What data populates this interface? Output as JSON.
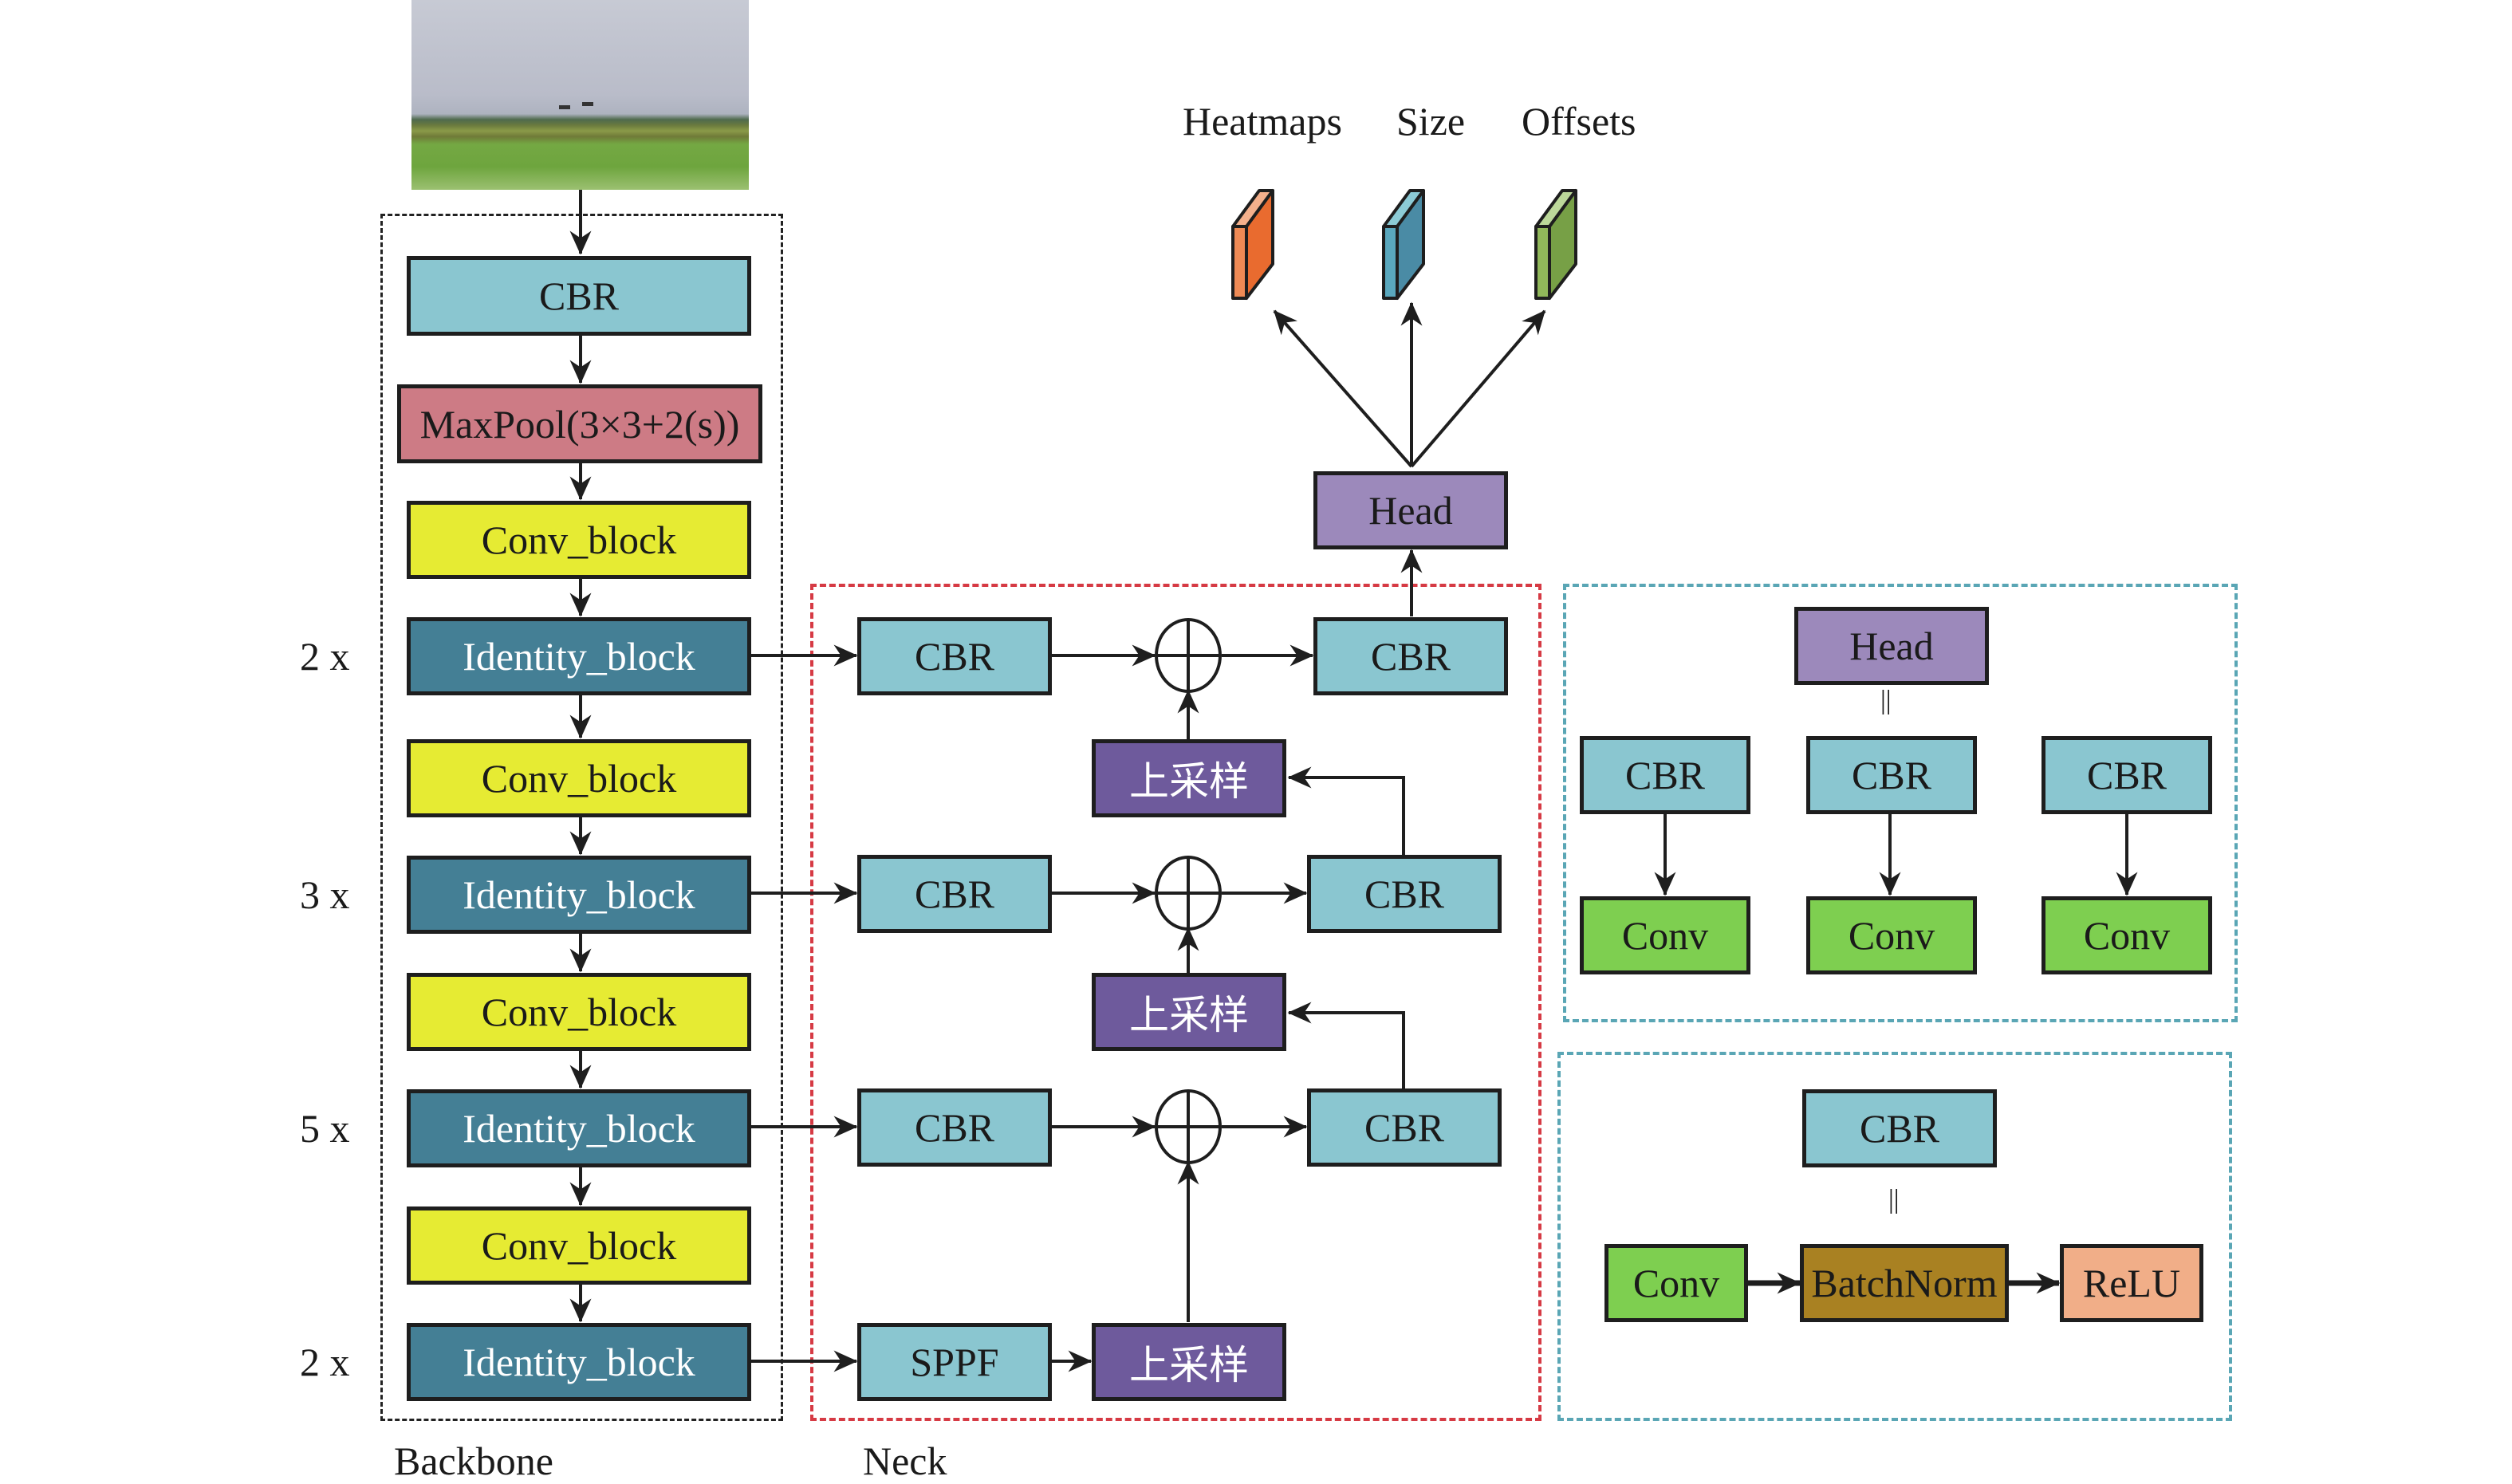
{
  "input_image": {
    "description": "aerial photo of drones over green field"
  },
  "backbone": {
    "title": "Backbone",
    "blocks": [
      {
        "label": "CBR"
      },
      {
        "label": "MaxPool(3×3+2(s))"
      },
      {
        "label": "Conv_block"
      },
      {
        "label": "Identity_block",
        "repeat": "2 x"
      },
      {
        "label": "Conv_block"
      },
      {
        "label": "Identity_block",
        "repeat": "3 x"
      },
      {
        "label": "Conv_block"
      },
      {
        "label": "Identity_block",
        "repeat": "5 x"
      },
      {
        "label": "Conv_block"
      },
      {
        "label": "Identity_block",
        "repeat": "2 x"
      }
    ]
  },
  "neck": {
    "title": "Neck",
    "left_blocks": [
      "CBR",
      "CBR",
      "CBR",
      "SPPF"
    ],
    "right_blocks": [
      "CBR",
      "CBR",
      "CBR"
    ],
    "upsample_label": "上采样",
    "upsample_blocks": [
      "上采样",
      "上采样",
      "上采样"
    ]
  },
  "head": {
    "label": "Head",
    "outputs": [
      "Heatmaps",
      "Size",
      "Offsets"
    ],
    "output_colors": [
      "#e96b2f",
      "#4a8ba5",
      "#77a046"
    ]
  },
  "head_detail": {
    "head_label": "Head",
    "equals": "||",
    "cbr_labels": [
      "CBR",
      "CBR",
      "CBR"
    ],
    "conv_labels": [
      "Conv",
      "Conv",
      "Conv"
    ]
  },
  "cbr_detail": {
    "cbr_label": "CBR",
    "equals": "||",
    "chain": [
      "Conv",
      "BatchNorm",
      "ReLU"
    ]
  },
  "colors": {
    "cbr": "#8ac6d0",
    "maxpool": "#cd7b85",
    "conv_block": "#e6eb33",
    "identity_block": "#447f95",
    "upsample": "#6e5a9c",
    "head": "#9c89bb",
    "conv": "#7ecf50",
    "batchnorm": "#a98122",
    "relu": "#f1ae88",
    "backbone_border": "#222222",
    "neck_border": "#d63a44",
    "detail_border": "#5aa6b5"
  }
}
